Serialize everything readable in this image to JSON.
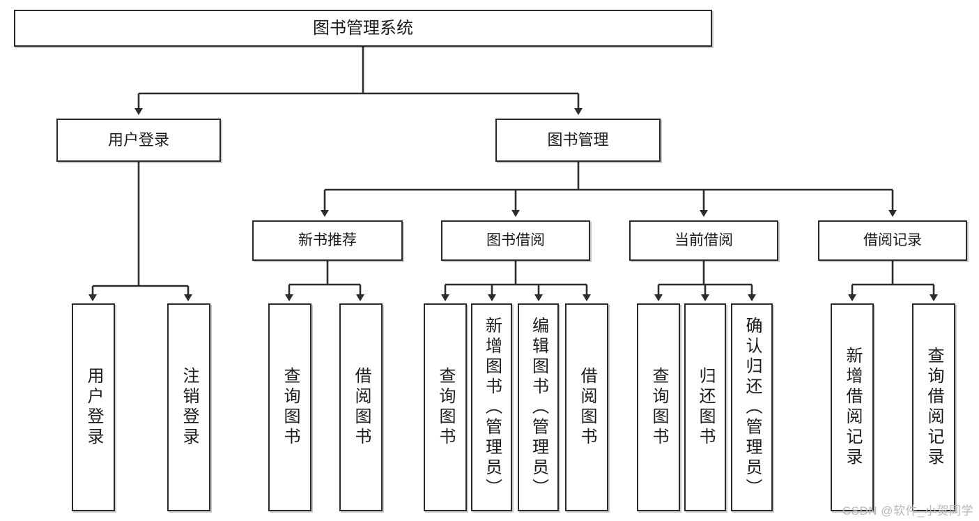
{
  "diagram": {
    "title": "图书管理系统",
    "type": "tree",
    "root": {
      "label": "图书管理系统"
    },
    "level1": [
      {
        "label": "用户登录"
      },
      {
        "label": "图书管理"
      }
    ],
    "level2": [
      {
        "label": "新书推荐"
      },
      {
        "label": "图书借阅"
      },
      {
        "label": "当前借阅"
      },
      {
        "label": "借阅记录"
      }
    ],
    "leaves": {
      "user_login": [
        {
          "label": "用户登录"
        },
        {
          "label": "注销登录"
        }
      ],
      "new_book": [
        {
          "label": "查询图书"
        },
        {
          "label": "借阅图书"
        }
      ],
      "borrow_book": [
        {
          "label": "查询图书"
        },
        {
          "label": "新增图书（管理员）"
        },
        {
          "label": "编辑图书（管理员）"
        },
        {
          "label": "借阅图书"
        }
      ],
      "current_borrow": [
        {
          "label": "查询图书"
        },
        {
          "label": "归还图书"
        },
        {
          "label": "确认归还（管理员）"
        }
      ],
      "borrow_record": [
        {
          "label": "新增借阅记录"
        },
        {
          "label": "查询借阅记录"
        }
      ]
    }
  },
  "watermark": {
    "text": "CSDN @软件_小贺同学"
  },
  "colors": {
    "border": "#2b2b2b",
    "background": "#ffffff",
    "text": "#1b1b1b",
    "watermark": "#b9b9b9"
  }
}
